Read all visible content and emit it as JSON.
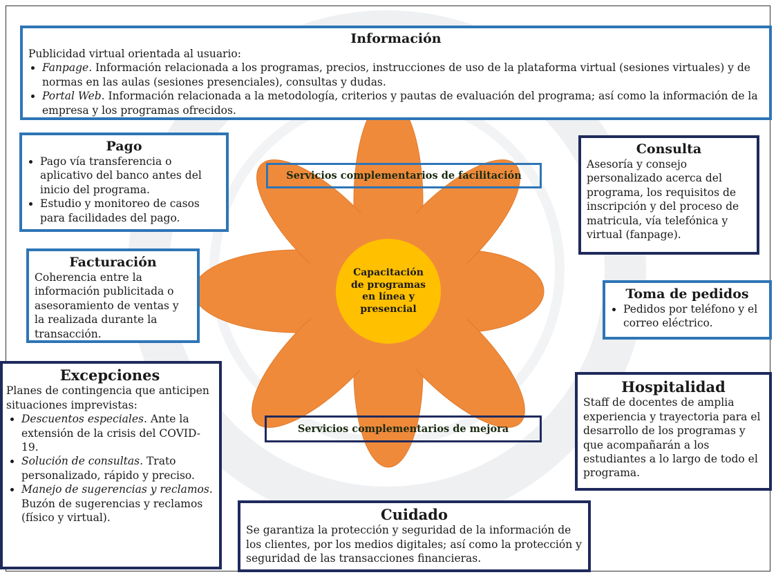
{
  "colors": {
    "petal": "#f08a3b",
    "petal_stroke": "#e07a2a",
    "center": "#ffc000",
    "border_blue": "#2e75b6",
    "border_navy": "#1f2a5c"
  },
  "informacion": {
    "title": "Información",
    "intro": "Publicidad virtual orientada al usuario:",
    "items": [
      {
        "italic": "Fanpage",
        "text": ". Información relacionada a los programas, precios, instrucciones de uso de la plataforma virtual (sesiones virtuales) y de normas en las aulas (sesiones presenciales), consultas y dudas."
      },
      {
        "italic": "Portal Web",
        "text": ". Información relacionada a la metodología, criterios y pautas de evaluación del programa; así como la información de la empresa y los programas ofrecidos."
      }
    ]
  },
  "pago": {
    "title": "Pago",
    "items": [
      "Pago vía transferencia o aplicativo del banco antes del inicio del programa.",
      "Estudio y monitoreo de casos para facilidades del pago."
    ]
  },
  "facturacion": {
    "title": "Facturación",
    "text": "Coherencia entre la información publicitada o asesoramiento de ventas y la realizada durante la transacción."
  },
  "excepciones": {
    "title": "Excepciones",
    "intro": "Planes de contingencia que anticipen situaciones imprevistas:",
    "items": [
      {
        "italic": "Descuentos especiales",
        "text": ". Ante la extensión de la crisis del COVID-19."
      },
      {
        "italic": "Solución de consultas",
        "text": ". Trato personalizado, rápido y preciso."
      },
      {
        "italic": "Manejo de sugerencias y reclamos",
        "text": ". Buzón de sugerencias y reclamos (físico y virtual)."
      }
    ]
  },
  "consulta": {
    "title": "Consulta",
    "text": "Asesoría y consejo personalizado acerca del programa, los requisitos de inscripción y del proceso de matricula, vía telefónica y virtual (fanpage)."
  },
  "toma_pedidos": {
    "title": "Toma de pedidos",
    "items": [
      "Pedidos por teléfono y el correo eléctrico."
    ]
  },
  "hospitalidad": {
    "title": "Hospitalidad",
    "text": "Staff de docentes de amplia experiencia y trayectoria para el desarrollo de los programas y que acompañarán a los estudiantes a lo largo de todo el programa."
  },
  "cuidado": {
    "title": "Cuidado",
    "text": "Se garantiza la protección y seguridad de la información de los clientes, por los medios digitales; así como la protección y seguridad de las transacciones financieras."
  },
  "labels": {
    "facilitacion": "Servicios complementarios de facilitación",
    "mejora": "Servicios complementarios de mejora"
  },
  "center_text": "Capacitación de programas en línea y presencial"
}
